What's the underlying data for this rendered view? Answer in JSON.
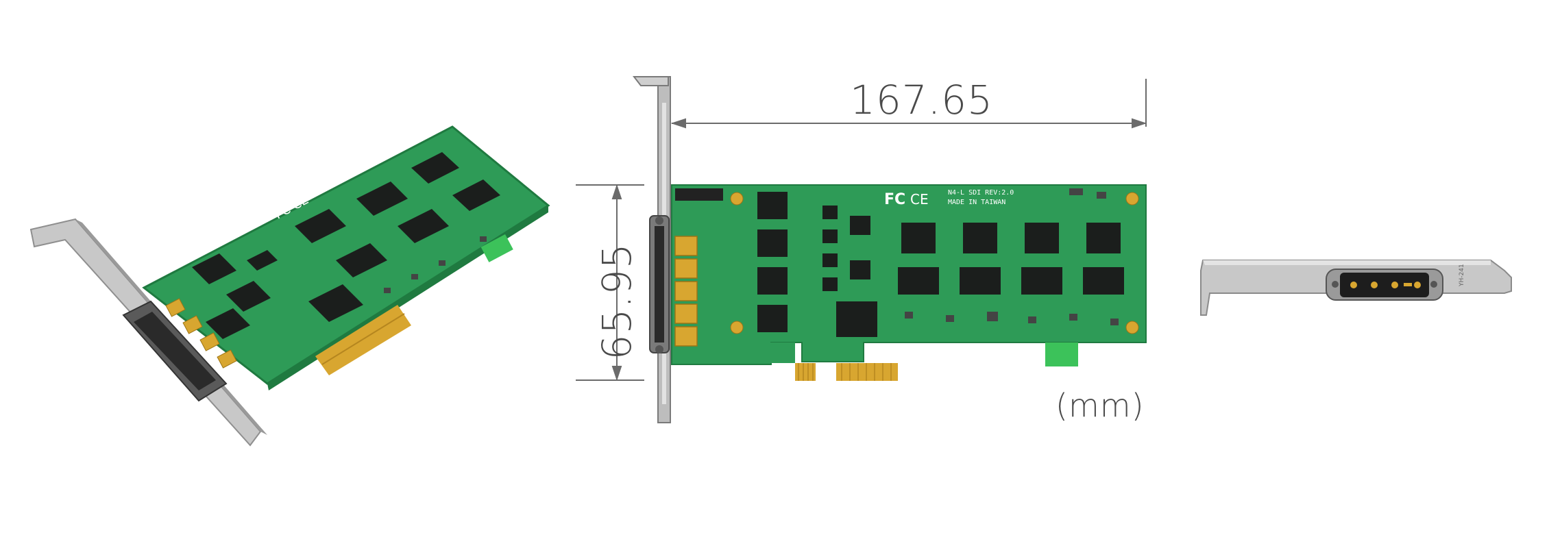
{
  "dimensions": {
    "width": "167.65",
    "height": "65.95",
    "unit": "(mm)"
  },
  "board": {
    "markings": {
      "model": "N4-L SDI REV:2.0",
      "origin": "MADE IN TAIWAN",
      "cert_fc": "FC",
      "cert_ce": "CE"
    }
  },
  "colors": {
    "pcb": "#2e9b57",
    "pcb_dark": "#1f7a40",
    "chip": "#1b1e1c",
    "gold": "#d8a630",
    "bracket": "#c8c8c8",
    "dimension_line": "#6b6b6b"
  },
  "icons": {
    "perspective_card": "pcie-card-3d-image",
    "front_card": "pcie-card-front-image",
    "bracket_side": "bracket-side-image"
  }
}
